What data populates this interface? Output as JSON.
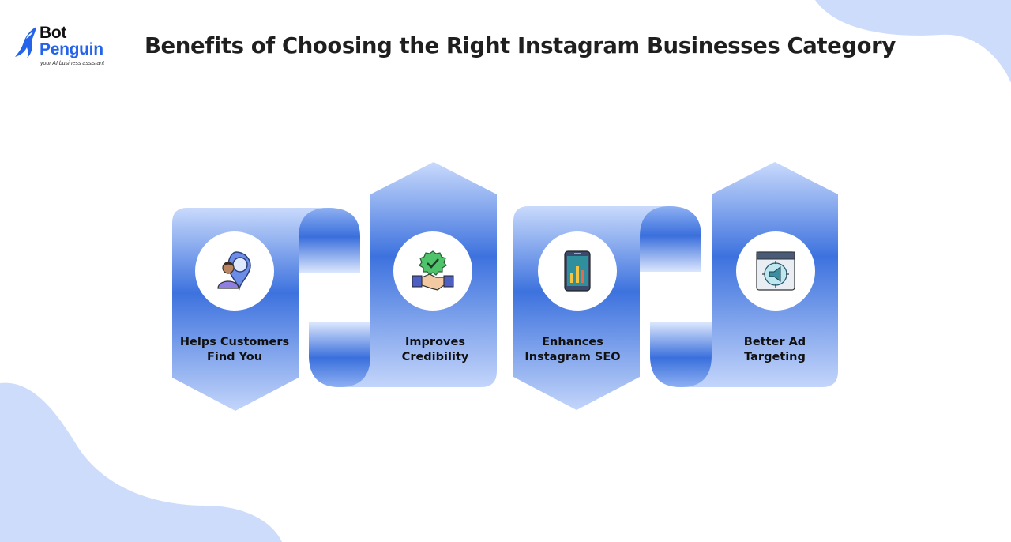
{
  "brand": {
    "line1": "Bot",
    "line2": "Penguin",
    "tagline": "your AI business assistant"
  },
  "title": "Benefits of Choosing the Right Instagram Businesses Category",
  "benefits": [
    {
      "line1": "Helps Customers",
      "line2": "Find You",
      "icon": "person-location-pin-icon"
    },
    {
      "line1": "Improves",
      "line2": "Credibility",
      "icon": "handshake-checkmark-badge-icon"
    },
    {
      "line1": "Enhances",
      "line2": "Instagram SEO",
      "icon": "smartphone-bar-chart-icon"
    },
    {
      "line1": "Better Ad",
      "line2": "Targeting",
      "icon": "megaphone-target-icon"
    }
  ],
  "colors": {
    "ribbon_light": "#c7d8fb",
    "ribbon_mid": "#3b6fdc",
    "blob": "#cddcfb",
    "brand_blue": "#2563eb",
    "title": "#1f1f1f"
  }
}
